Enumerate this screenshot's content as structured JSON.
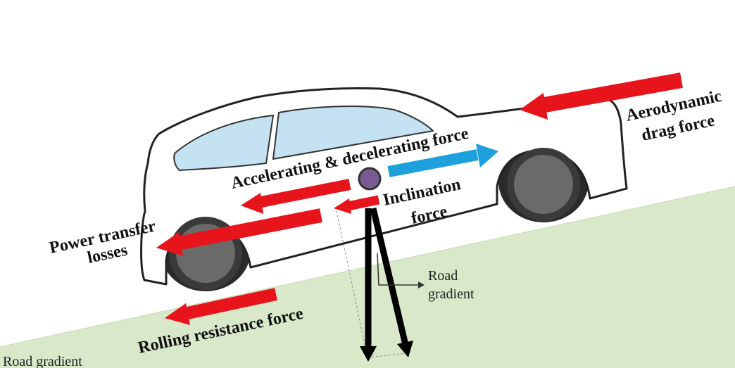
{
  "colors": {
    "ground": "#d9e8c9",
    "force_red": "#e8141c",
    "motion_blue": "#1ea0dc",
    "window": "#c5e2f2",
    "tire": "#6a6a6a",
    "cg_marker": "#7a5a92",
    "weight_black": "#000000"
  },
  "labels": {
    "aero_line1": "Aerodynamic",
    "aero_line2": "drag force",
    "accel": "Accelerating & decelerating force",
    "incl_line1": "Inclination",
    "incl_line2": "force",
    "power_line1": "Power transfer",
    "power_line2": "losses",
    "rolling": "Rolling resistance force",
    "road_grad_small_line1": "Road",
    "road_grad_small_line2": "gradient",
    "road_grad_bottom": "Road gradient"
  }
}
